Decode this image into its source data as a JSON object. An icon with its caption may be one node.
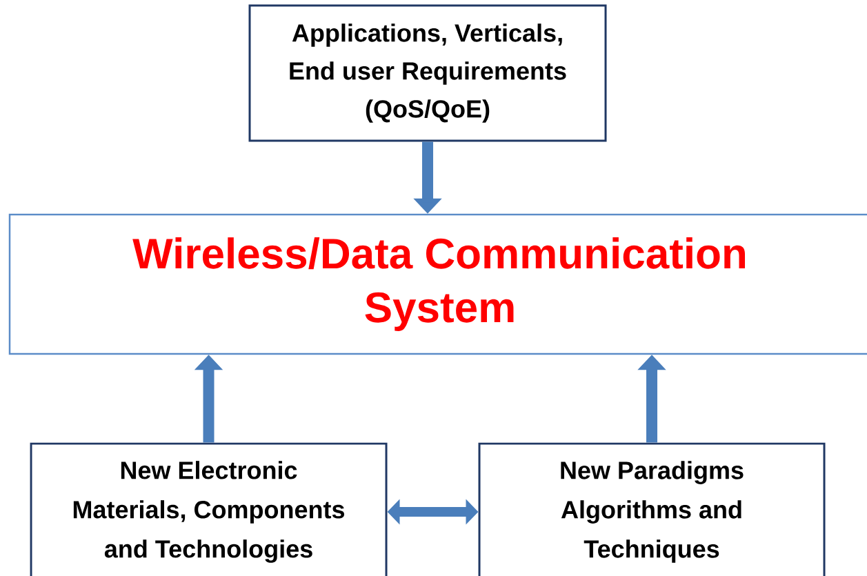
{
  "diagram": {
    "nodes": [
      {
        "text": [
          "Applications, Verticals, End user Requirements (QoS/QoE)"
        ]
      },
      {
        "text": [
          "Wireless/Data Communication System"
        ]
      },
      {
        "text": [
          "New Electronic Materials, Components and Technologies"
        ]
      },
      {
        "text": [
          "New Paradigms Algorithms and Techniques"
        ]
      }
    ],
    "edges": [
      {
        "from": 0,
        "to": 1,
        "arrow": "to"
      },
      {
        "from": 2,
        "to": 1,
        "arrow": "to"
      },
      {
        "from": 3,
        "to": 1,
        "arrow": "to"
      },
      {
        "from": 2,
        "to": 3,
        "arrow": "both"
      }
    ]
  }
}
